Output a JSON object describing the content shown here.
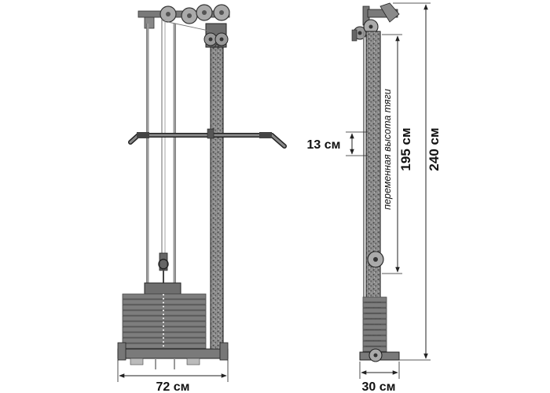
{
  "dimensions": {
    "width_label": "72 см",
    "depth_label": "30 см",
    "height_label": "240 см",
    "pull_height_label": "195 см",
    "adjust_step_label": "13 см",
    "note_label": "переменная высота тяги"
  },
  "colors": {
    "frame": "#6f6f6f",
    "frame_dark": "#3a3a3a",
    "plates": "#7d7d7d",
    "plate_edge": "#4a4a4a",
    "cable": "#9a9a9a",
    "dim_line": "#222222"
  },
  "icons": [
    "pulley-icon",
    "chain-icon",
    "weight-stack-icon",
    "handle-bar-icon"
  ]
}
